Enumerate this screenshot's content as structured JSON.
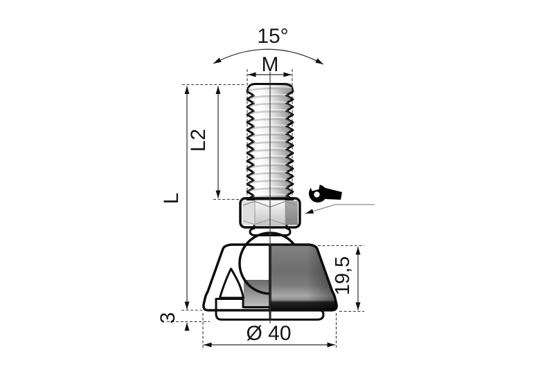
{
  "drawing": {
    "labels": {
      "swivel_angle": "15°",
      "thread_size": "M",
      "thread_length": "L2",
      "overall_length": "L",
      "base_height": "19,5",
      "pad_thickness": "3",
      "base_diameter": "Ø 40"
    },
    "colors": {
      "background": "#ffffff",
      "outline": "#0d0d0d",
      "section_fill": "#cdeaf8",
      "pad_section_fill": "#abdff6",
      "dimension_ink": "#2a2a2a"
    },
    "icons": {
      "wrench": "open-end-wrench-icon"
    }
  }
}
